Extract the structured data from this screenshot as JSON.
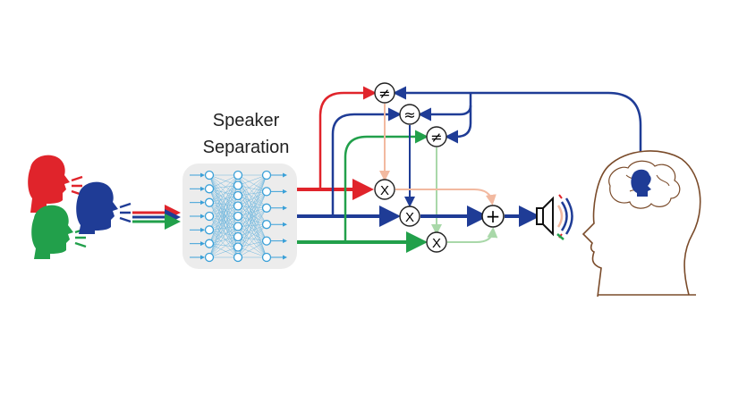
{
  "title": {
    "line1": "Speaker",
    "line2": "Separation"
  },
  "operators": {
    "not_equal": "≠",
    "approx": "≈",
    "multiply": "X",
    "sum": "+"
  },
  "colors": {
    "red": "#e0242b",
    "blue": "#1f3c96",
    "green": "#22a04b",
    "red_light": "#f2b9a0",
    "blue_light": "#7d8dc6",
    "green_light": "#a9d8a9",
    "network_node": "#3aa0d8",
    "network_bg": "#ececec",
    "head_outline": "#7a4b2a"
  },
  "icons": [
    "red-speaker-head-icon",
    "green-speaker-head-icon",
    "blue-speaker-head-icon",
    "neural-network-icon",
    "loudspeaker-icon",
    "listener-head-icon",
    "brain-icon"
  ]
}
